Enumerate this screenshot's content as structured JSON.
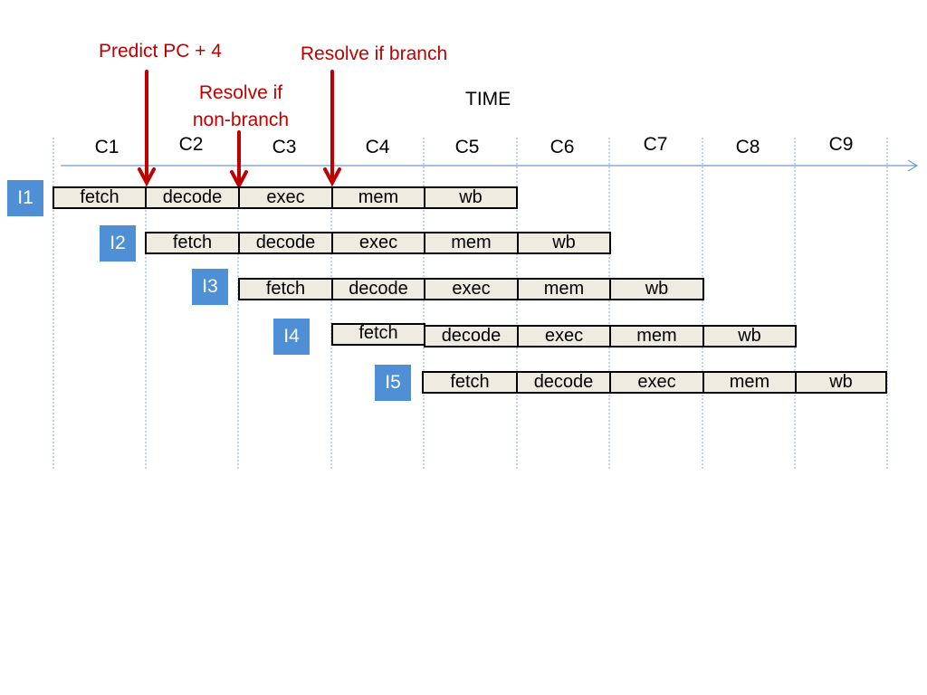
{
  "annotations": {
    "predict": "Predict PC + 4",
    "resolve_branch": "Resolve if branch",
    "resolve_nonbranch_line1": "Resolve if",
    "resolve_nonbranch_line2": "non-branch"
  },
  "time_label": "TIME",
  "cycles": [
    "C1",
    "C2",
    "C3",
    "C4",
    "C5",
    "C6",
    "C7",
    "C8",
    "C9"
  ],
  "instructions": [
    {
      "label": "I1",
      "stages": [
        "fetch",
        "decode",
        "exec",
        "mem",
        "wb"
      ]
    },
    {
      "label": "I2",
      "stages": [
        "fetch",
        "decode",
        "exec",
        "mem",
        "wb"
      ]
    },
    {
      "label": "I3",
      "stages": [
        "fetch",
        "decode",
        "exec",
        "mem",
        "wb"
      ]
    },
    {
      "label": "I4",
      "stages": [
        "fetch",
        "decode",
        "exec",
        "mem",
        "wb"
      ]
    },
    {
      "label": "I5",
      "stages": [
        "fetch",
        "decode",
        "exec",
        "mem",
        "wb"
      ]
    }
  ],
  "colors": {
    "annotation": "#c00000",
    "instruction_box": "#4f8fd6",
    "stage_fill": "#eeece1",
    "time_axis": "#6f9bd1",
    "grid": "#8fa9d0"
  }
}
